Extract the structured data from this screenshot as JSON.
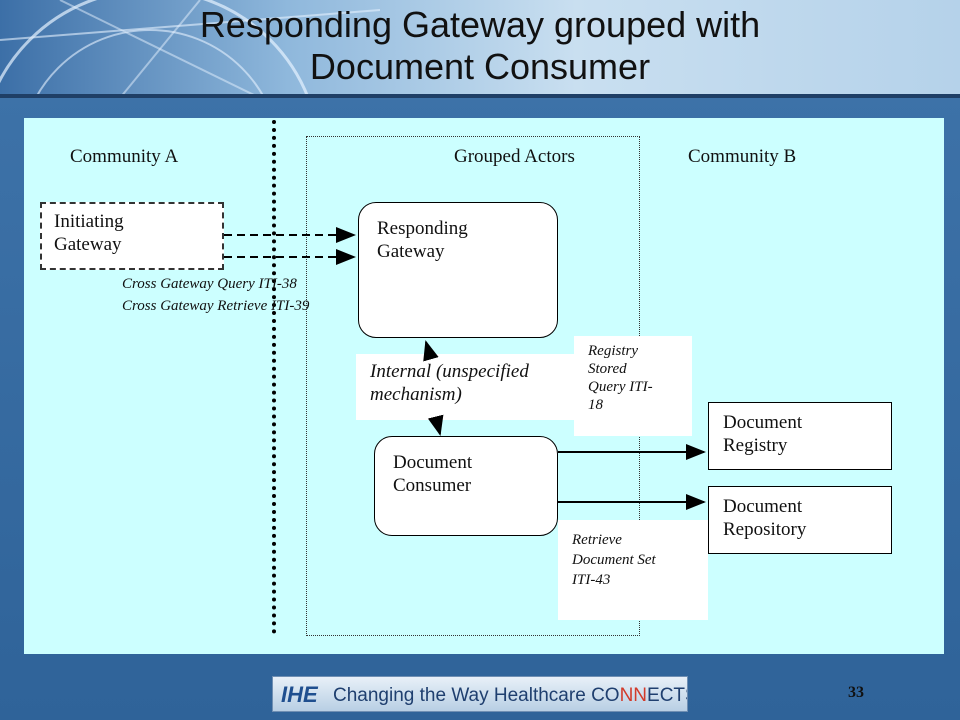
{
  "slide": {
    "title_line1": "Responding Gateway grouped with",
    "title_line2": "Document Consumer",
    "page_number": "33"
  },
  "diagram": {
    "community_a": "Community A",
    "grouped_actors": "Grouped Actors",
    "community_b": "Community B",
    "initiating_gateway": [
      "Initiating",
      "Gateway"
    ],
    "cross_gateway_query": "Cross Gateway Query ITI-38",
    "cross_gateway_retrieve": "Cross Gateway Retrieve ITI-39",
    "responding_gateway": [
      "Responding",
      "Gateway"
    ],
    "internal_mechanism": [
      "Internal (unspecified",
      "mechanism)"
    ],
    "registry_stored_query": [
      "Registry",
      "Stored",
      "Query ITI-",
      "18"
    ],
    "document_consumer": [
      "Document",
      "Consumer"
    ],
    "document_registry": [
      "Document",
      "Registry"
    ],
    "document_repository": [
      "Document",
      "Repository"
    ],
    "retrieve_document_set": [
      "Retrieve",
      "Document Set",
      "ITI-43"
    ]
  },
  "footer": {
    "logo_mark": "IHE",
    "logo_text_a": "Changing the Way Healthcare ",
    "logo_text_b": "CO",
    "logo_text_c": "NN",
    "logo_text_d": "ECTS"
  },
  "colors": {
    "diagram_bg": "#ccffff",
    "slide_bg": "#3a6ea5",
    "logo_accent": "#d23a2a"
  }
}
